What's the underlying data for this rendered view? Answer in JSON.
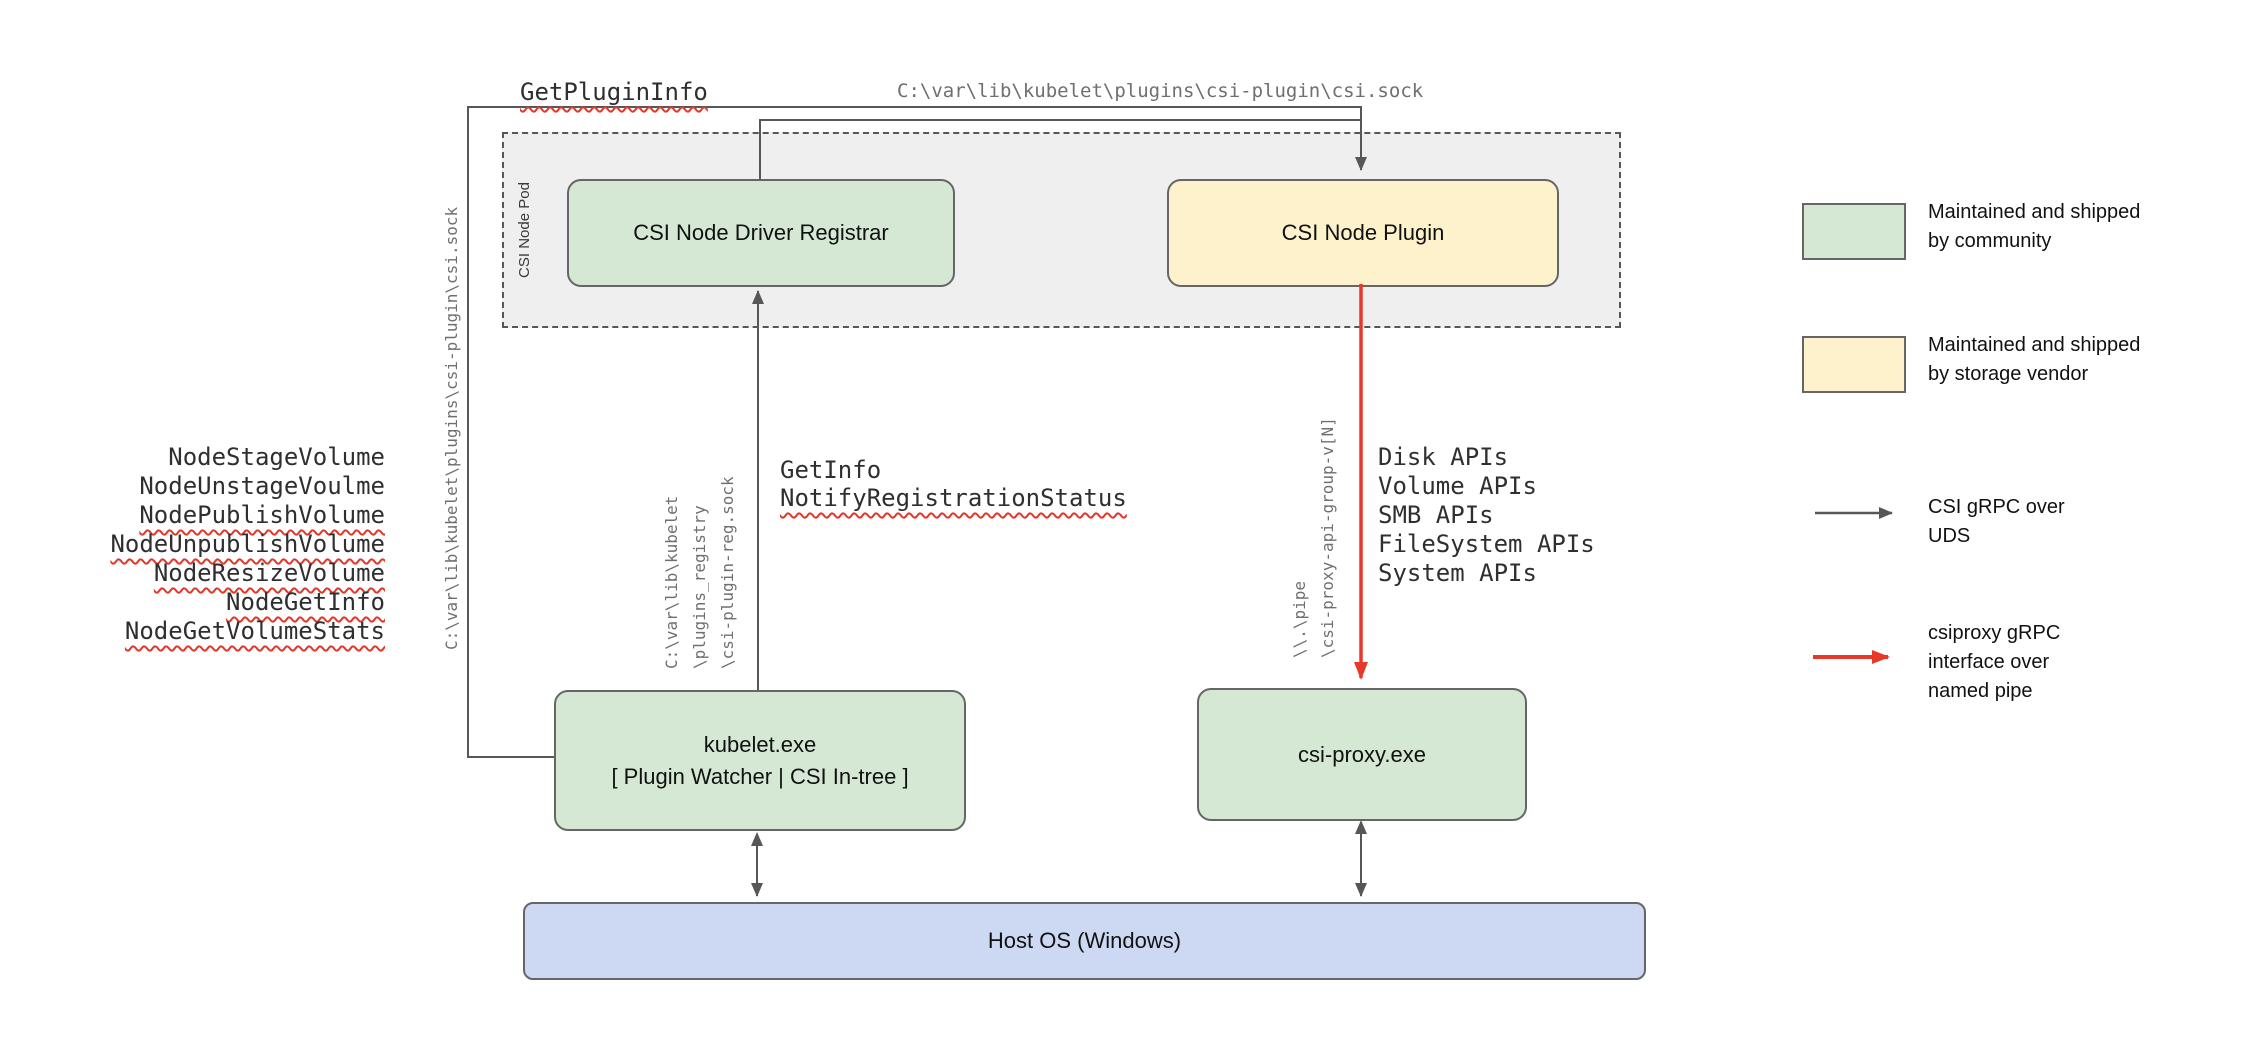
{
  "nodes": {
    "pod_label": "CSI Node Pod",
    "registrar": "CSI Node Driver Registrar",
    "plugin": "CSI Node Plugin",
    "kubelet_line1": "kubelet.exe",
    "kubelet_line2": "[ Plugin Watcher | CSI In-tree ]",
    "csi_proxy": "csi-proxy.exe",
    "host_os": "Host OS (Windows)"
  },
  "edge_labels": {
    "get_plugin_info": "GetPluginInfo",
    "csi_sock_top": "C:\\var\\lib\\kubelet\\plugins\\csi-plugin\\csi.sock",
    "csi_sock_left_vertical": "C:\\var\\lib\\kubelet\\plugins\\csi-plugin\\csi.sock",
    "node_calls": [
      {
        "text": "NodeStageVolume",
        "underline": false
      },
      {
        "text": "NodeUnstageVoulme",
        "underline": false
      },
      {
        "text": "NodePublishVolume",
        "underline": true
      },
      {
        "text": "NodeUnpublishVolume",
        "underline": true
      },
      {
        "text": "NodeResizeVolume",
        "underline": true
      },
      {
        "text": "NodeGetInfo",
        "underline": true
      },
      {
        "text": "NodeGetVolumeStats",
        "underline": true
      }
    ],
    "registry_sock_lines": [
      {
        "text": "C:\\var\\lib\\kubelet",
        "underline": false
      },
      {
        "text": "\\plugins_registry",
        "underline": false
      },
      {
        "text": "\\csi-plugin-reg.sock",
        "underline": false
      }
    ],
    "registration_calls": [
      {
        "text": "GetInfo",
        "underline": false
      },
      {
        "text": "NotifyRegistrationStatus",
        "underline": true
      }
    ],
    "named_pipe_lines": [
      {
        "text": "\\\\.\\pipe",
        "underline": false
      },
      {
        "text": "\\csi-proxy-api-group-v[N]",
        "underline": false
      }
    ],
    "proxy_apis": [
      {
        "text": "Disk APIs",
        "underline": false
      },
      {
        "text": "Volume APIs",
        "underline": false
      },
      {
        "text": "SMB APIs",
        "underline": false
      },
      {
        "text": "FileSystem APIs",
        "underline": false
      },
      {
        "text": "System APIs",
        "underline": false
      }
    ]
  },
  "legend": {
    "community": [
      "Maintained and shipped",
      "by community"
    ],
    "vendor": [
      "Maintained and shipped",
      "by storage vendor"
    ],
    "uds": [
      "CSI gRPC over",
      "UDS"
    ],
    "pipe": [
      "csiproxy gRPC",
      "interface over",
      "named pipe"
    ]
  },
  "colors": {
    "community_green": "#d5e8d4",
    "vendor_yellow": "#fdf2cc",
    "host_blue": "#cdd9f3",
    "pod_gray": "#efefef",
    "edge_gray": "#575757",
    "edge_red": "#e8382a"
  }
}
